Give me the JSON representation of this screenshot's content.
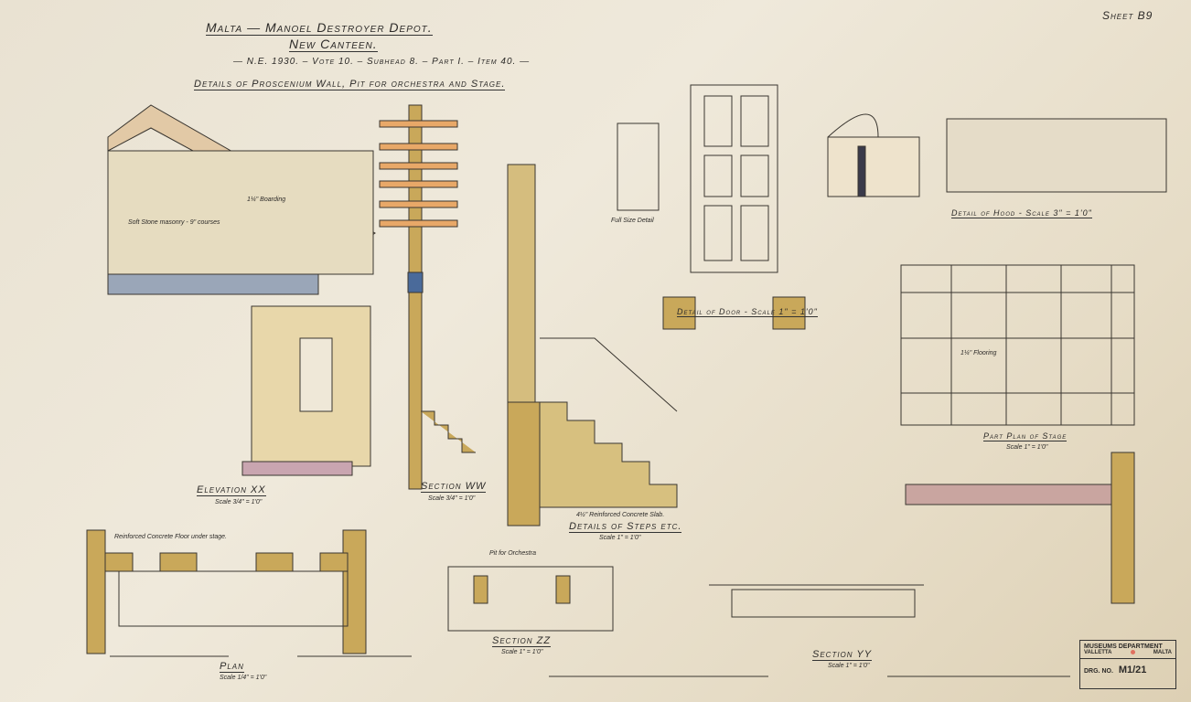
{
  "sheet": "Sheet B9",
  "title": {
    "line1": "Malta — Manoel Destroyer Depot.",
    "line2": "New Canteen.",
    "line3": "— N.E. 1930. – Vote 10. – Subhead 8. – Part I. – Item 40. —",
    "line4": "Details of Proscenium Wall, Pit for orchestra and Stage."
  },
  "drawings": [
    {
      "caption": "Elevation XX",
      "scale": "Scale 3/4\" = 1'0\""
    },
    {
      "caption": "Section WW",
      "scale": "Scale 3/4\" = 1'0\""
    },
    {
      "caption": "Details of Steps etc.",
      "scale": "Scale 1\" = 1'0\""
    },
    {
      "caption": "Full Size Detail",
      "scale": ""
    },
    {
      "caption": "Detail of Door - Scale 1\" = 1'0\"",
      "scale": ""
    },
    {
      "caption": "Detail of Hood - Scale 3\" = 1'0\"",
      "scale": ""
    },
    {
      "caption": "Part Plan of Stage",
      "scale": "Scale 1\" = 1'0\""
    },
    {
      "caption": "Plan",
      "scale": "Scale 1/4\" = 1'0\""
    },
    {
      "caption": "Section ZZ",
      "scale": "Scale 1\" = 1'0\""
    },
    {
      "caption": "Section YY",
      "scale": "Scale 1\" = 1'0\""
    }
  ],
  "notes": {
    "pit": "Pit for Orchestra",
    "rc_floor": "Reinforced Concrete Floor under stage.",
    "rc_slab": "4½\" Reinforced Concrete Slab.",
    "boarding": "1¼\" Boarding",
    "flooring": "1¼\" Flooring",
    "soft_stone": "Soft Stone masonry - 9\" courses"
  },
  "stamp": {
    "dept": "MUSEUMS DEPARTMENT",
    "city": "VALLETTA",
    "country": "MALTA",
    "drg_label": "DRG. NO.",
    "drg_no": "M1/21"
  },
  "colors": {
    "stone": "#c9a85a",
    "timber": "#e8a868",
    "steel": "#4a6a9a",
    "ink": "#2c2a28"
  }
}
